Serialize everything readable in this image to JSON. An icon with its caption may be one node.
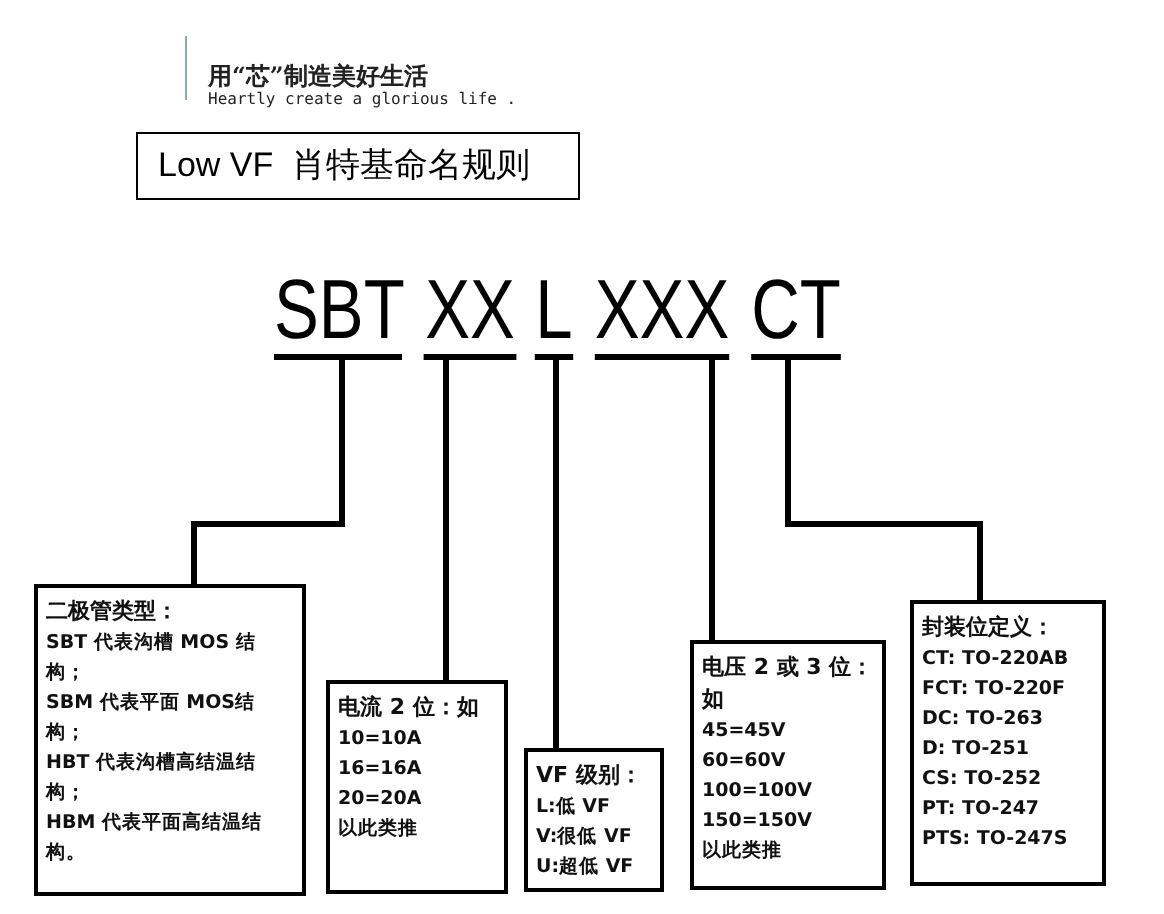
{
  "diagram": {
    "title": "Low VF  肖特基命名规则",
    "nodes": [
      {
        "text": [
          "SBT"
        ]
      },
      {
        "text": [
          "XX"
        ]
      },
      {
        "text": [
          "L"
        ]
      },
      {
        "text": [
          "XXX"
        ]
      },
      {
        "text": [
          "CT"
        ]
      },
      {
        "text": [
          "二极管类型：",
          "SBT 代表沟槽 MOS 结构；",
          "SBM 代表平面 MOS结构；",
          "HBT 代表沟槽高结温结构；",
          "HBM 代表平面高结温结构。"
        ]
      },
      {
        "text": [
          "电流 2 位：如",
          "10=10A",
          "16=16A",
          "20=20A",
          "以此类推"
        ]
      },
      {
        "text": [
          "VF 级别：",
          "L:低 VF",
          "V:很低 VF",
          "U:超低 VF"
        ]
      },
      {
        "text": [
          "电压 2 或 3 位：如",
          "45=45V",
          "60=60V",
          "100=100V",
          "150=150V",
          "以此类推"
        ]
      },
      {
        "text": [
          "封装位定义：",
          "CT: TO-220AB",
          "FCT: TO-220F",
          "DC: TO-263",
          "D: TO-251",
          "CS: TO-252",
          "PT: TO-247",
          "PTS: TO-247S"
        ]
      }
    ],
    "edges": [
      {
        "from": 0,
        "to": 5,
        "arrow": "none"
      },
      {
        "from": 1,
        "to": 6,
        "arrow": "none"
      },
      {
        "from": 2,
        "to": 7,
        "arrow": "none"
      },
      {
        "from": 3,
        "to": 8,
        "arrow": "none"
      },
      {
        "from": 4,
        "to": 9,
        "arrow": "none"
      }
    ],
    "labels": [
      "用“芯”制造美好生活",
      "Heartly create a glorious life ."
    ]
  }
}
